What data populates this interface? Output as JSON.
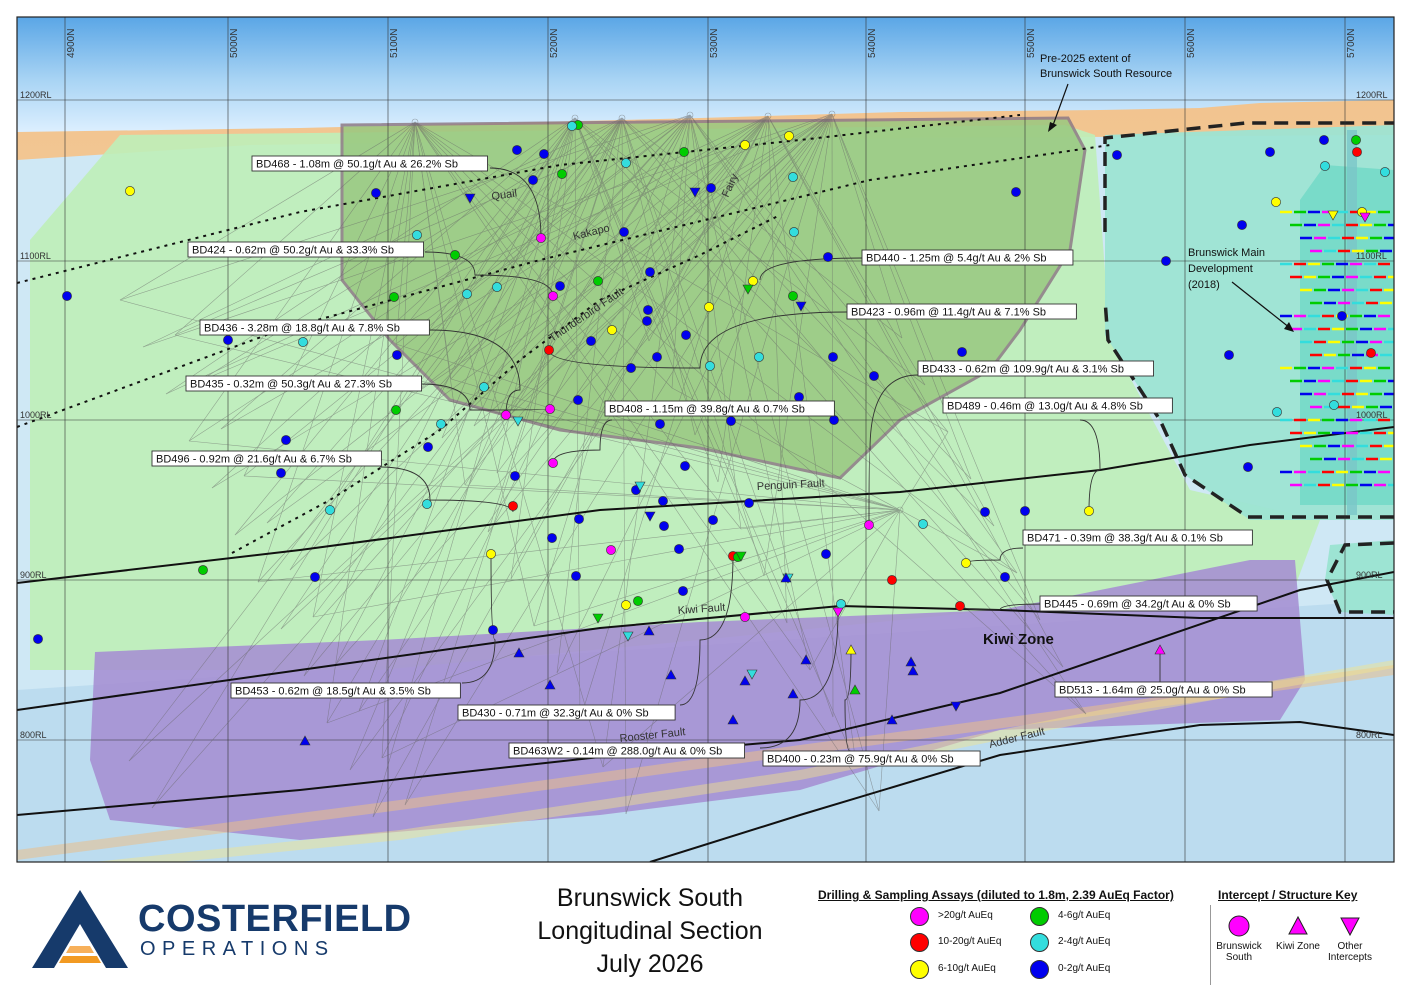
{
  "grid": {
    "northings": [
      "4900N",
      "5000N",
      "5100N",
      "5200N",
      "5300N",
      "5400N",
      "5500N",
      "5600N",
      "5700N"
    ],
    "levels_left": [
      "1200RL",
      "1100RL",
      "1000RL",
      "900RL",
      "800RL"
    ],
    "levels_right": [
      "1200RL",
      "1100RL",
      "1000RL",
      "900RL",
      "800RL"
    ]
  },
  "map_labels": {
    "resource_note": [
      "Pre-2025 extent of",
      "Brunswick South Resource"
    ],
    "main_dev": [
      "Brunswick Main",
      "Development",
      "(2018)"
    ],
    "kiwi_zone": "Kiwi Zone",
    "faults": {
      "quail": "Quail",
      "kakapo": "Kakapo",
      "fairy": "Fairy",
      "thunderbird": "Thunderbird Fault",
      "penguin": "Penguin Fault",
      "kiwi": "Kiwi Fault",
      "rooster": "Rooster Fault",
      "adder": "Adder Fault"
    }
  },
  "intercepts": [
    {
      "id": "bd468",
      "text": "BD468 - 1.08m @ 50.1g/t Au & 26.2% Sb"
    },
    {
      "id": "bd424",
      "text": "BD424 - 0.62m @ 50.2g/t Au & 33.3% Sb"
    },
    {
      "id": "bd440",
      "text": "BD440 - 1.25m @ 5.4g/t Au & 2% Sb"
    },
    {
      "id": "bd423",
      "text": "BD423 - 0.96m @ 11.4g/t Au & 7.1% Sb"
    },
    {
      "id": "bd436",
      "text": "BD436 - 3.28m @ 18.8g/t Au & 7.8% Sb"
    },
    {
      "id": "bd433",
      "text": "BD433 - 0.62m @ 109.9g/t Au & 3.1% Sb"
    },
    {
      "id": "bd435",
      "text": "BD435 - 0.32m @ 50.3g/t Au & 27.3% Sb"
    },
    {
      "id": "bd489",
      "text": "BD489 - 0.46m @ 13.0g/t Au & 4.8% Sb"
    },
    {
      "id": "bd408",
      "text": "BD408 - 1.15m @ 39.8g/t Au & 0.7% Sb"
    },
    {
      "id": "bd496",
      "text": "BD496 - 0.92m @ 21.6g/t Au & 6.7% Sb"
    },
    {
      "id": "bd471",
      "text": "BD471 - 0.39m @ 38.3g/t Au & 0.1% Sb"
    },
    {
      "id": "bd445",
      "text": "BD445 - 0.69m @ 34.2g/t Au & 0% Sb"
    },
    {
      "id": "bd453",
      "text": "BD453 - 0.62m @ 18.5g/t Au & 3.5% Sb"
    },
    {
      "id": "bd513",
      "text": "BD513 - 1.64m @ 25.0g/t Au & 0% Sb"
    },
    {
      "id": "bd430",
      "text": "BD430 - 0.71m @ 32.3g/t Au & 0% Sb"
    },
    {
      "id": "bd463w2",
      "text": "BD463W2 - 0.14m @ 288.0g/t Au & 0% Sb"
    },
    {
      "id": "bd400",
      "text": "BD400 - 0.23m @ 75.9g/t Au & 0% Sb"
    }
  ],
  "footer": {
    "logo_line1": "COSTERFIELD",
    "logo_line2": "OPERATIONS",
    "title": [
      "Brunswick South",
      "Longitudinal Section",
      "July 2026"
    ],
    "assay_legend_title": "Drilling & Sampling Assays (diluted to 1.8m, 2.39 AuEq Factor)",
    "assay_classes": [
      {
        "label": ">20g/t AuEq",
        "color": "#ff00ff"
      },
      {
        "label": "10-20g/t AuEq",
        "color": "#ff0000"
      },
      {
        "label": "6-10g/t AuEq",
        "color": "#ffff00"
      },
      {
        "label": "4-6g/t AuEq",
        "color": "#00cc00"
      },
      {
        "label": "2-4g/t AuEq",
        "color": "#33dddd"
      },
      {
        "label": "0-2g/t AuEq",
        "color": "#0000ee"
      }
    ],
    "key_title": "Intercept / Structure Key",
    "key_items": [
      {
        "label": "Brunswick South",
        "shape": "circle"
      },
      {
        "label": "Kiwi Zone",
        "shape": "triangle-up"
      },
      {
        "label": "Other Intercepts",
        "shape": "triangle-down"
      }
    ]
  },
  "colors": {
    "brand_navy": "#163a6b",
    "brand_orange": "#f29a22",
    "terrain": "#efc495",
    "zone_green": "#c3efbe",
    "zone_purple": "#9b86cc",
    "zone_cyan": "#9fe3d6"
  }
}
